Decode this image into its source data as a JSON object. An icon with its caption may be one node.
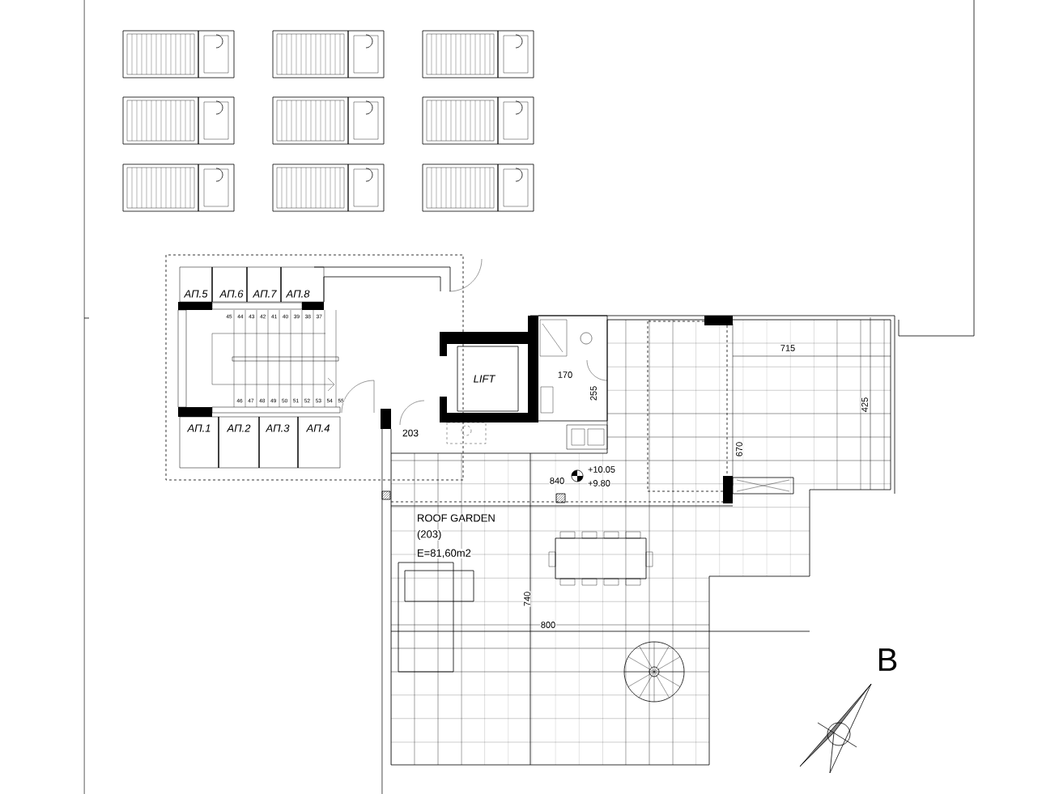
{
  "diagram": {
    "labels": [
      "ΑΠ.5",
      "ΑΠ.6",
      "ΑΠ.7",
      "ΑΠ.8",
      "45",
      "44",
      "43",
      "42",
      "41",
      "40",
      "39",
      "38",
      "37",
      "LIFT",
      "715",
      "170",
      "255",
      "46",
      "47",
      "48",
      "49",
      "50",
      "51",
      "52",
      "53",
      "54",
      "55",
      "ΑΠ.1",
      "ΑΠ.2",
      "ΑΠ.3",
      "ΑΠ.4",
      "203",
      "425",
      "670",
      "840",
      "+10.05",
      "+9.80",
      "ROOF  GARDEN",
      "(203)",
      "E=81,60m2",
      "740",
      "800",
      "B"
    ]
  }
}
